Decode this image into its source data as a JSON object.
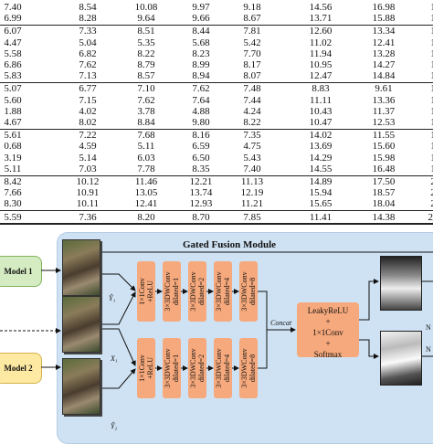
{
  "table": {
    "columns_x": [
      14,
      96,
      160,
      220,
      276,
      351,
      420,
      474
    ],
    "groups": [
      {
        "rows": [
          [
            "7.40",
            "8.54",
            "10.08",
            "9.97",
            "9.18",
            "14.56",
            "16.98",
            "1"
          ],
          [
            "6.99",
            "8.28",
            "9.64",
            "9.66",
            "8.67",
            "13.71",
            "15.88",
            "1"
          ]
        ]
      },
      {
        "rows": [
          [
            "6.07",
            "7.33",
            "8.51",
            "8.44",
            "7.81",
            "12.60",
            "13.34",
            "1"
          ],
          [
            "4.47",
            "5.04",
            "5.35",
            "5.68",
            "5.42",
            "11.02",
            "12.41",
            "1"
          ],
          [
            "5.58",
            "6.82",
            "8.22",
            "8.23",
            "7.70",
            "11.94",
            "13.28",
            "1"
          ],
          [
            "6.86",
            "7.62",
            "8.79",
            "8.99",
            "8.17",
            "10.95",
            "14.27",
            "1"
          ],
          [
            "5.83",
            "7.13",
            "8.57",
            "8.94",
            "8.07",
            "12.47",
            "14.84",
            "1"
          ]
        ]
      },
      {
        "rows": [
          [
            "5.07",
            "6.77",
            "7.10",
            "7.62",
            "7.48",
            "8.83",
            "9.61",
            "1"
          ],
          [
            "5.60",
            "7.15",
            "7.62",
            "7.64",
            "7.44",
            "11.11",
            "13.36",
            "1"
          ],
          [
            "1.88",
            "4.02",
            "3.78",
            "4.88",
            "4.24",
            "10.43",
            "11.37",
            "1"
          ],
          [
            "4.67",
            "8.02",
            "8.84",
            "9.80",
            "8.22",
            "10.47",
            "12.53",
            "1"
          ]
        ]
      },
      {
        "rows": [
          [
            "5.61",
            "7.22",
            "7.68",
            "8.16",
            "7.35",
            "14.02",
            "11.55",
            "1"
          ],
          [
            "0.68",
            "4.59",
            "5.11",
            "6.59",
            "4.75",
            "13.69",
            "15.60",
            "1"
          ],
          [
            "3.19",
            "5.14",
            "6.03",
            "6.50",
            "5.43",
            "14.29",
            "15.98",
            "1"
          ],
          [
            "5.11",
            "7.03",
            "7.78",
            "8.35",
            "7.40",
            "14.55",
            "16.48",
            "1"
          ]
        ]
      },
      {
        "rows": [
          [
            "8.42",
            "10.12",
            "11.46",
            "12.21",
            "11.13",
            "14.89",
            "17.50",
            "2"
          ],
          [
            "7.66",
            "10.91",
            "13.05",
            "13.74",
            "12.19",
            "15.94",
            "18.57",
            "2"
          ],
          [
            "8.30",
            "10.11",
            "12.41",
            "12.93",
            "11.21",
            "15.65",
            "18.04",
            "2"
          ]
        ]
      },
      {
        "rows": [
          [
            "5.59",
            "7.36",
            "8.20",
            "8.70",
            "7.85",
            "11.41",
            "14.38",
            "20"
          ]
        ]
      }
    ]
  },
  "figure": {
    "module_title": "Gated Fusion Module",
    "model1_label": "Model 1",
    "model2_label": "Model 2",
    "y1_label": "Ŷ₁",
    "x1_label": "X₁",
    "y2_label": "Ŷ₂",
    "concat_label": "Concat",
    "branch_blocks": [
      "1×1Conv\n+ReLU",
      "3×3DWConv\ndilated=1",
      "3×3DWConv\ndilated=2",
      "3×3DWConv\ndilated=4",
      "3×3DWConv\ndilated=8"
    ],
    "fusion_lines": [
      "LeakyReLU",
      "+",
      "1×1Conv",
      "+",
      "Softmax"
    ],
    "output_label_top": "N",
    "output_label_bottom": "N",
    "colors": {
      "module_bg": "#cfe2f3",
      "conv_block": "#f6a97c",
      "model1_bg": "#d5ecc2",
      "model2_bg": "#fde9a1"
    }
  }
}
